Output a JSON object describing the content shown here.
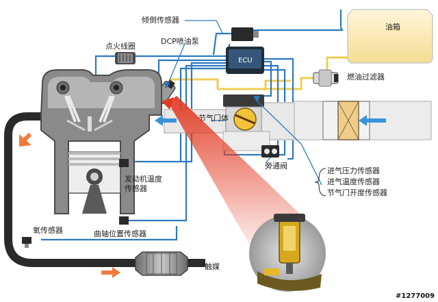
{
  "labels": {
    "tilt_sensor": "倾倒传感器",
    "ignition_coil": "点火线圈",
    "dcp_pump": "DCP喷油泵",
    "ecu": "ECU",
    "fuel_tank": "油箱",
    "fuel_filter": "燃油过滤器",
    "throttle_body": "节气门体",
    "bypass_valve": "旁通阀",
    "engine_temp_sensor_1": "发动机温度",
    "engine_temp_sensor_2": "传感器",
    "intake_pressure_sensor": "进气压力传感器",
    "intake_temp_sensor": "进气温度传感器",
    "throttle_position_sensor": "节气门开度传感器",
    "oxygen_sensor": "氧传感器",
    "crank_position_sensor": "曲轴位置传感器",
    "catalyst": "触媒",
    "watermark": "#1277009"
  },
  "colors": {
    "wire_blue": "#2b78c2",
    "fuel_line": "#f0cc55",
    "engine_body": "#8a8a8a",
    "engine_dark": "#4a4a4a",
    "exhaust_pipe": "#2a2a2a",
    "intake_pipe": "#cfcfcf",
    "tank_fill": "#fbeec1",
    "ecu_dark": "#1f2d3a",
    "callout_red": "#e23a22",
    "flow_arrow_blue": "#3a93d8",
    "flow_arrow_orange": "#f07a3a"
  }
}
